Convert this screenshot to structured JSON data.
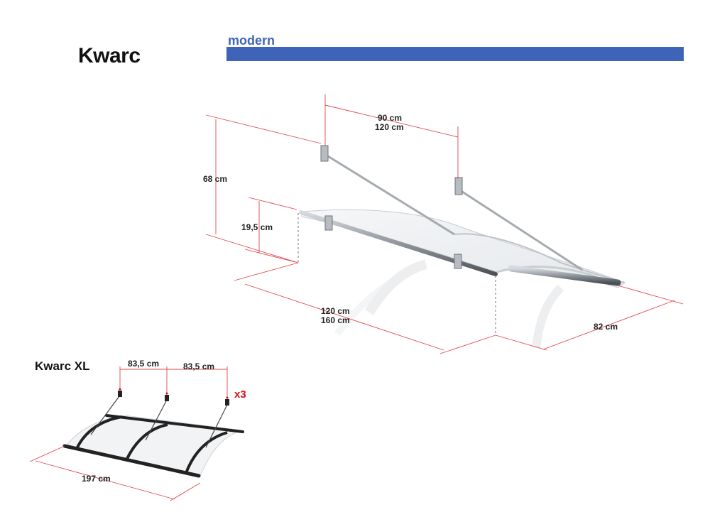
{
  "header": {
    "title": "Kwarc",
    "style_label": "modern",
    "accent_color": "#3d64b6"
  },
  "main_view": {
    "dimensions": {
      "bracket_spacing": [
        "90 cm",
        "120 cm"
      ],
      "total_height": "68 cm",
      "arc_height": "19,5 cm",
      "width": [
        "120 cm",
        "160 cm"
      ],
      "depth": "82 cm"
    }
  },
  "xl_view": {
    "title": "Kwarc XL",
    "dimensions": {
      "spacing_left": "83,5 cm",
      "spacing_right": "83,5 cm",
      "multiplier": "x3",
      "width": "197 cm"
    }
  },
  "colors": {
    "dimension_line": "#e0484d",
    "frame": "#222222",
    "steel": "#8f969c",
    "multiplier": "#d0101a"
  }
}
